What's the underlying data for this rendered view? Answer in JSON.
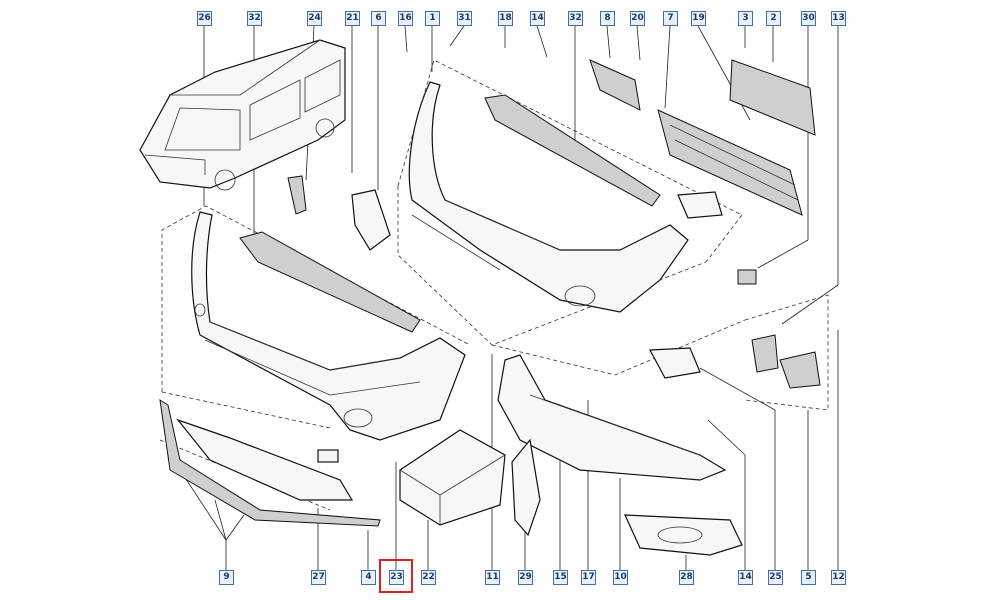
{
  "highlight_color": "#e02020",
  "callout_color": "#3d6fa8",
  "callouts_top": [
    {
      "id": "top-26",
      "label": "26"
    },
    {
      "id": "top-32a",
      "label": "32"
    },
    {
      "id": "top-24",
      "label": "24"
    },
    {
      "id": "top-21",
      "label": "21"
    },
    {
      "id": "top-6",
      "label": "6"
    },
    {
      "id": "top-16",
      "label": "16"
    },
    {
      "id": "top-1",
      "label": "1"
    },
    {
      "id": "top-31",
      "label": "31"
    },
    {
      "id": "top-18",
      "label": "18"
    },
    {
      "id": "top-14",
      "label": "14"
    },
    {
      "id": "top-32b",
      "label": "32"
    },
    {
      "id": "top-8",
      "label": "8"
    },
    {
      "id": "top-20",
      "label": "20"
    },
    {
      "id": "top-7",
      "label": "7"
    },
    {
      "id": "top-19",
      "label": "19"
    },
    {
      "id": "top-3",
      "label": "3"
    },
    {
      "id": "top-2",
      "label": "2"
    },
    {
      "id": "top-30",
      "label": "30"
    },
    {
      "id": "top-13",
      "label": "13"
    }
  ],
  "callouts_bottom": [
    {
      "id": "bot-9",
      "label": "9"
    },
    {
      "id": "bot-27",
      "label": "27"
    },
    {
      "id": "bot-4",
      "label": "4"
    },
    {
      "id": "bot-23",
      "label": "23",
      "highlighted": true
    },
    {
      "id": "bot-22",
      "label": "22"
    },
    {
      "id": "bot-11",
      "label": "11"
    },
    {
      "id": "bot-29",
      "label": "29"
    },
    {
      "id": "bot-15",
      "label": "15"
    },
    {
      "id": "bot-17",
      "label": "17"
    },
    {
      "id": "bot-10",
      "label": "10"
    },
    {
      "id": "bot-28",
      "label": "28"
    },
    {
      "id": "bot-14",
      "label": "14"
    },
    {
      "id": "bot-25",
      "label": "25"
    },
    {
      "id": "bot-5",
      "label": "5"
    },
    {
      "id": "bot-12",
      "label": "12"
    }
  ]
}
